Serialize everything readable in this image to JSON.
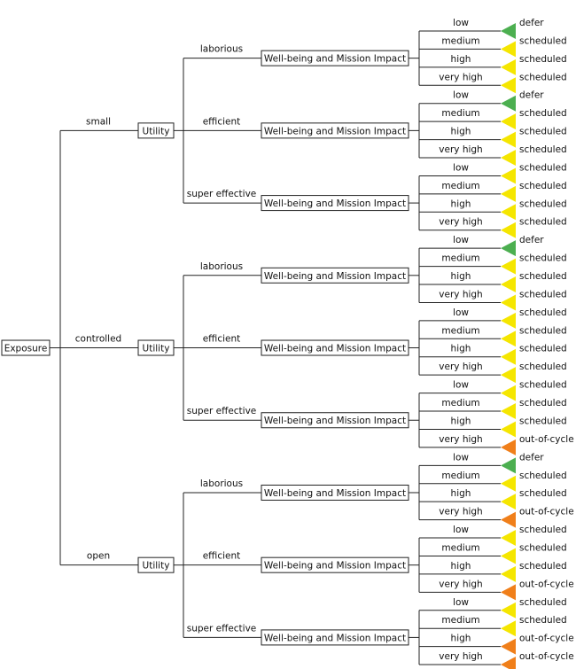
{
  "root_label": "Exposure",
  "exposure_levels": [
    "small",
    "controlled",
    "open"
  ],
  "utility_label": "Utility",
  "utility_levels": [
    "laborious",
    "efficient",
    "super effective"
  ],
  "impact_label": "Well-being and Mission Impact",
  "impact_levels": [
    "low",
    "medium",
    "high",
    "very high"
  ],
  "outcomes": [
    "defer",
    "scheduled",
    "scheduled",
    "scheduled",
    "defer",
    "scheduled",
    "scheduled",
    "scheduled",
    "scheduled",
    "scheduled",
    "scheduled",
    "scheduled",
    "defer",
    "scheduled",
    "scheduled",
    "scheduled",
    "scheduled",
    "scheduled",
    "scheduled",
    "scheduled",
    "scheduled",
    "scheduled",
    "scheduled",
    "out-of-cycle",
    "defer",
    "scheduled",
    "scheduled",
    "out-of-cycle",
    "scheduled",
    "scheduled",
    "scheduled",
    "out-of-cycle",
    "scheduled",
    "scheduled",
    "out-of-cycle",
    "out-of-cycle"
  ],
  "outcome_colors": {
    "defer": "#4caf50",
    "scheduled": "#f5e600",
    "out-of-cycle": "#f07f1a"
  }
}
